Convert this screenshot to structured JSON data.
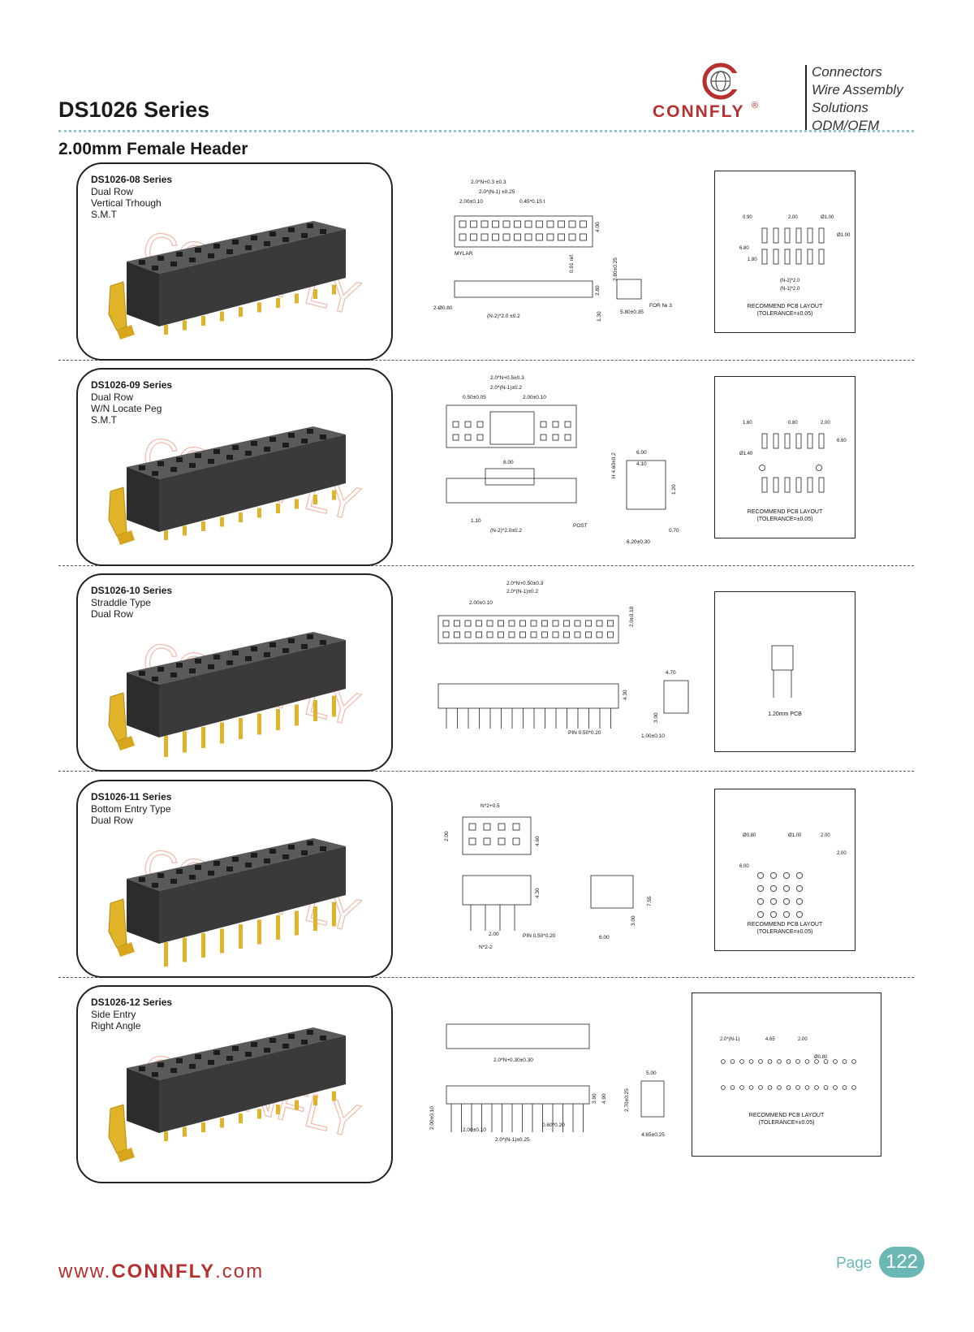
{
  "header": {
    "series_title": "DS1026 Series",
    "subtitle": "2.00mm Female Header",
    "brand": "CONNFLY",
    "registered_mark": "®",
    "tagline": [
      "Connectors",
      "Wire Assembly",
      "Solutions",
      "ODM/OEM"
    ]
  },
  "watermark": "CONNFLY",
  "products": [
    {
      "name": "DS1026-08 Series",
      "lines": [
        "Dual Row",
        "Vertical Trhough",
        "S.M.T"
      ],
      "dims": [
        "2.0*N+0.3 ±0.3",
        "2.0*(N-1) ±0.25",
        "2.00±0.10",
        "0.45*0.15 t",
        "4.00",
        "MYLAR",
        "0.91 ref.",
        "2.80±0.25",
        "2.80",
        "2-Ø0.80",
        "(N-2)*2.0 ±0.2",
        "1.30",
        "5.80±0.35",
        "FOR № 3"
      ],
      "pcb": [
        "0.90",
        "2.00",
        "Ø1.00",
        "Ø1.00",
        "6.80",
        "1.80",
        "(N-2)*2.0",
        "(N-1)*2.0"
      ],
      "pcb_caption": [
        "RECOMMEND PCB LAYOUT",
        "(TOLERANCE=±0.05)"
      ]
    },
    {
      "name": "DS1026-09 Series",
      "lines": [
        "Dual Row",
        "W/N Locate Peg",
        "S.M.T"
      ],
      "dims": [
        "2.0*N+0.5±0.3",
        "2.0*(N-1)±0.2",
        "0.50±0.05",
        "2.00±0.10",
        "8.00",
        "1.10",
        "(N-2)*2.0±0.2",
        "POST",
        "H 4.60±0.2",
        "6.00",
        "4.10",
        "1.20",
        "0.70",
        "6.20±0.30"
      ],
      "pcb": [
        "1.60",
        "0.80",
        "2.00",
        "6.60",
        "Ø1.40"
      ],
      "pcb_caption": [
        "RECOMMEND PCB LAYOUT",
        "(TOLERANCE=±0.05)"
      ]
    },
    {
      "name": "DS1026-10 Series",
      "lines": [
        "Straddle Type",
        "Dual Row"
      ],
      "dims": [
        "2.0*N+0.50±0.3",
        "2.0*(N-1)±0.2",
        "2.00±0.10",
        "2.0±0.10",
        "4.30",
        "4.70",
        "3.00",
        "1.00±0.10",
        "PIN 0.50*0.20"
      ],
      "pcb": [],
      "pcb_caption": [
        "1.20mm PCB"
      ]
    },
    {
      "name": "DS1026-11 Series",
      "lines": [
        "Bottom Entry Type",
        "Dual Row"
      ],
      "dims": [
        "N*2+0.5",
        "2.00",
        "4.60",
        "4.30",
        "2.00",
        "N*2-2",
        "PIN 0.50*0.20",
        "7.55",
        "3.00",
        "6.00"
      ],
      "pcb": [
        "Ø0.80",
        "Ø1.00",
        "2.00",
        "2.00",
        "6.00"
      ],
      "pcb_caption": [
        "RECOMMEND PCB LAYOUT",
        "(TOLERANCE=±0.05)"
      ]
    },
    {
      "name": "DS1026-12 Series",
      "lines": [
        "Side Entry",
        "Right Angle"
      ],
      "dims": [
        "2.0*N+0.30±0.30",
        "2.00±0.10",
        "2.00±0.10",
        "0.60*0.20",
        "2.0*(N-1)±0.25",
        "3.90",
        "4.90",
        "2.70±0.25",
        "5.00",
        "4.65±0.25"
      ],
      "pcb": [
        "2.0*(N-1)",
        "4.65",
        "2.00",
        "Ø0.80"
      ],
      "pcb_caption": [
        "RECOMMEND PCB LAYOUT",
        "(TOLERANCE=±0.05)"
      ]
    }
  ],
  "footer": {
    "url_prefix": "www.",
    "url_brand": "CONNFLY",
    "url_suffix": ".com",
    "page_label": "Page",
    "page_number": "122"
  },
  "colors": {
    "accent_teal": "#6bb7b4",
    "brand_red": "#b5302e",
    "housing": "#3f3f3f",
    "pin_gold": "#e0b329"
  }
}
